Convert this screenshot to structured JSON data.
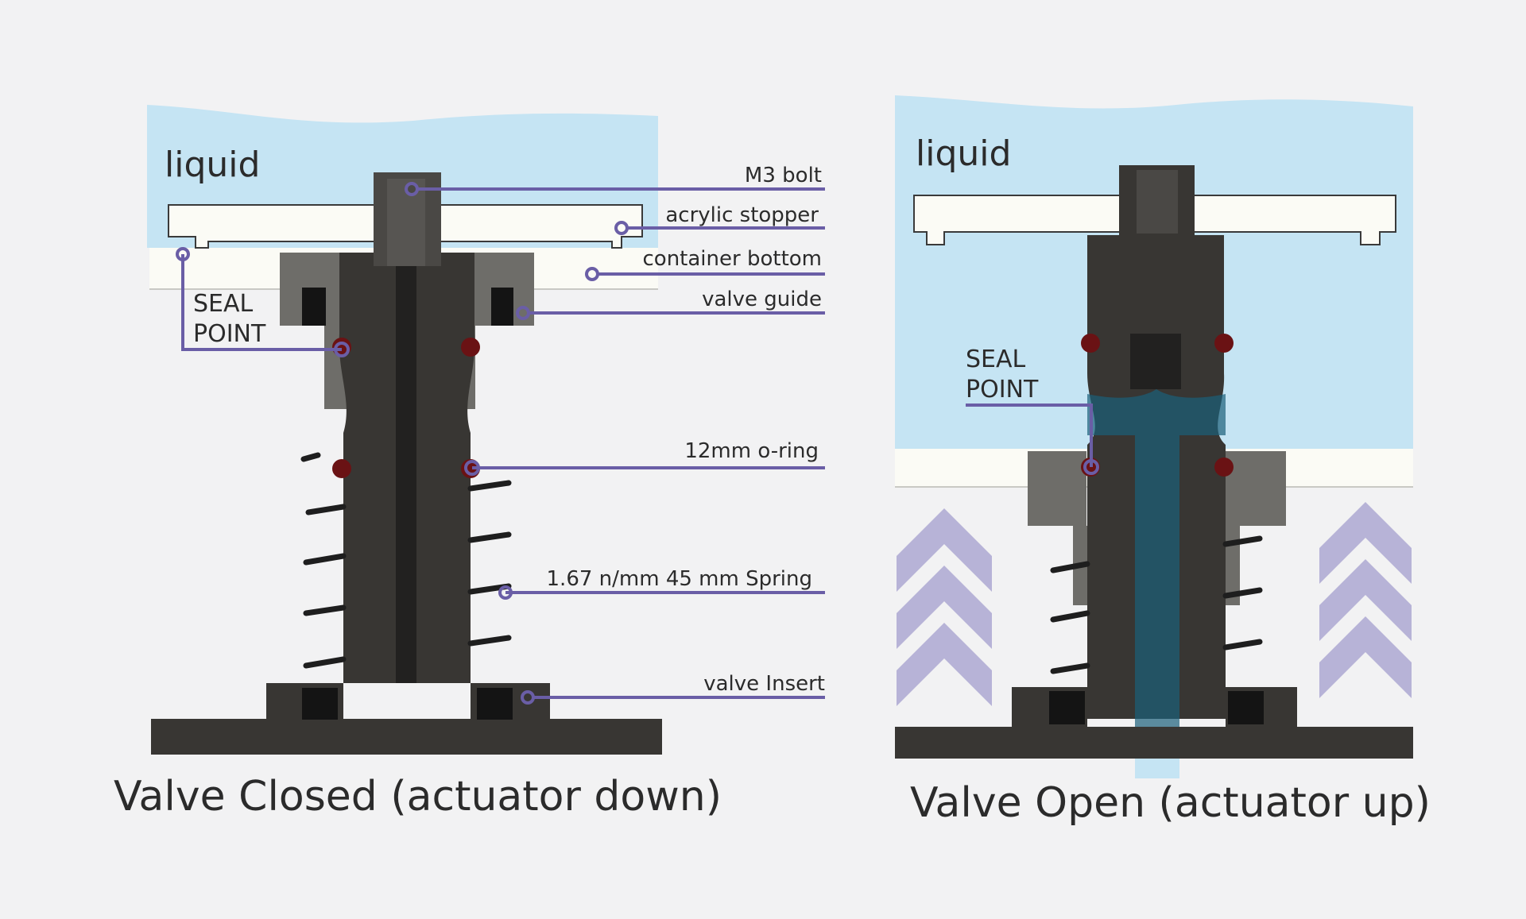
{
  "colors": {
    "background": "#f2f2f3",
    "liquid": "#c5e4f3",
    "valve_body": "#383633",
    "guide": "#6e6d69",
    "stopper": "#fbfbf5",
    "container": "#fbfbf5",
    "leader_line": "#6a5ea6",
    "oring": "#6a1214",
    "arrow": "#b7b3d7",
    "flow": "#1b5f79"
  },
  "left_panel": {
    "liquid_label": "liquid",
    "seal_label_line1": "SEAL",
    "seal_label_line2": "POINT",
    "caption": "Valve Closed (actuator down)",
    "callouts": [
      {
        "id": "m3-bolt",
        "label": "M3 bolt"
      },
      {
        "id": "acrylic-stopper",
        "label": "acrylic stopper"
      },
      {
        "id": "container-bottom",
        "label": "container bottom"
      },
      {
        "id": "valve-guide",
        "label": "valve guide"
      },
      {
        "id": "o-ring",
        "label": "12mm o-ring"
      },
      {
        "id": "spring",
        "label": "1.67 n/mm 45 mm Spring"
      },
      {
        "id": "valve-insert",
        "label": "valve Insert"
      }
    ]
  },
  "right_panel": {
    "liquid_label": "liquid",
    "seal_label_line1": "SEAL",
    "seal_label_line2": "POINT",
    "caption": "Valve Open (actuator up)",
    "arrow_icon": "chevron-up-icon"
  }
}
